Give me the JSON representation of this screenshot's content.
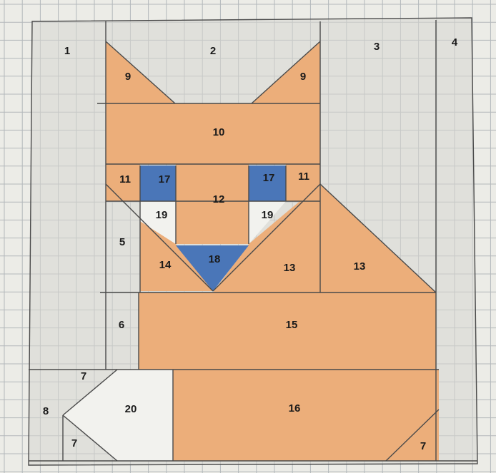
{
  "colors": {
    "paper": "#ecece7",
    "grid": "#b3b8bb",
    "outline": "#4a4a4a",
    "orange": "#ecae7a",
    "blue": "#4a76b8",
    "gray": "#d7d7d2",
    "white": "#f2f2ee"
  },
  "labels": {
    "p1": "1",
    "p2": "2",
    "p3": "3",
    "p4": "4",
    "p5": "5",
    "p6": "6",
    "p7a": "7",
    "p7b": "7",
    "p7c": "7",
    "p8": "8",
    "p9a": "9",
    "p9b": "9",
    "p10": "10",
    "p11a": "11",
    "p11b": "11",
    "p12": "12",
    "p13a": "13",
    "p13b": "13",
    "p14": "14",
    "p15": "15",
    "p16": "16",
    "p17a": "17",
    "p17b": "17",
    "p18": "18",
    "p19a": "19",
    "p19b": "19",
    "p20": "20"
  }
}
